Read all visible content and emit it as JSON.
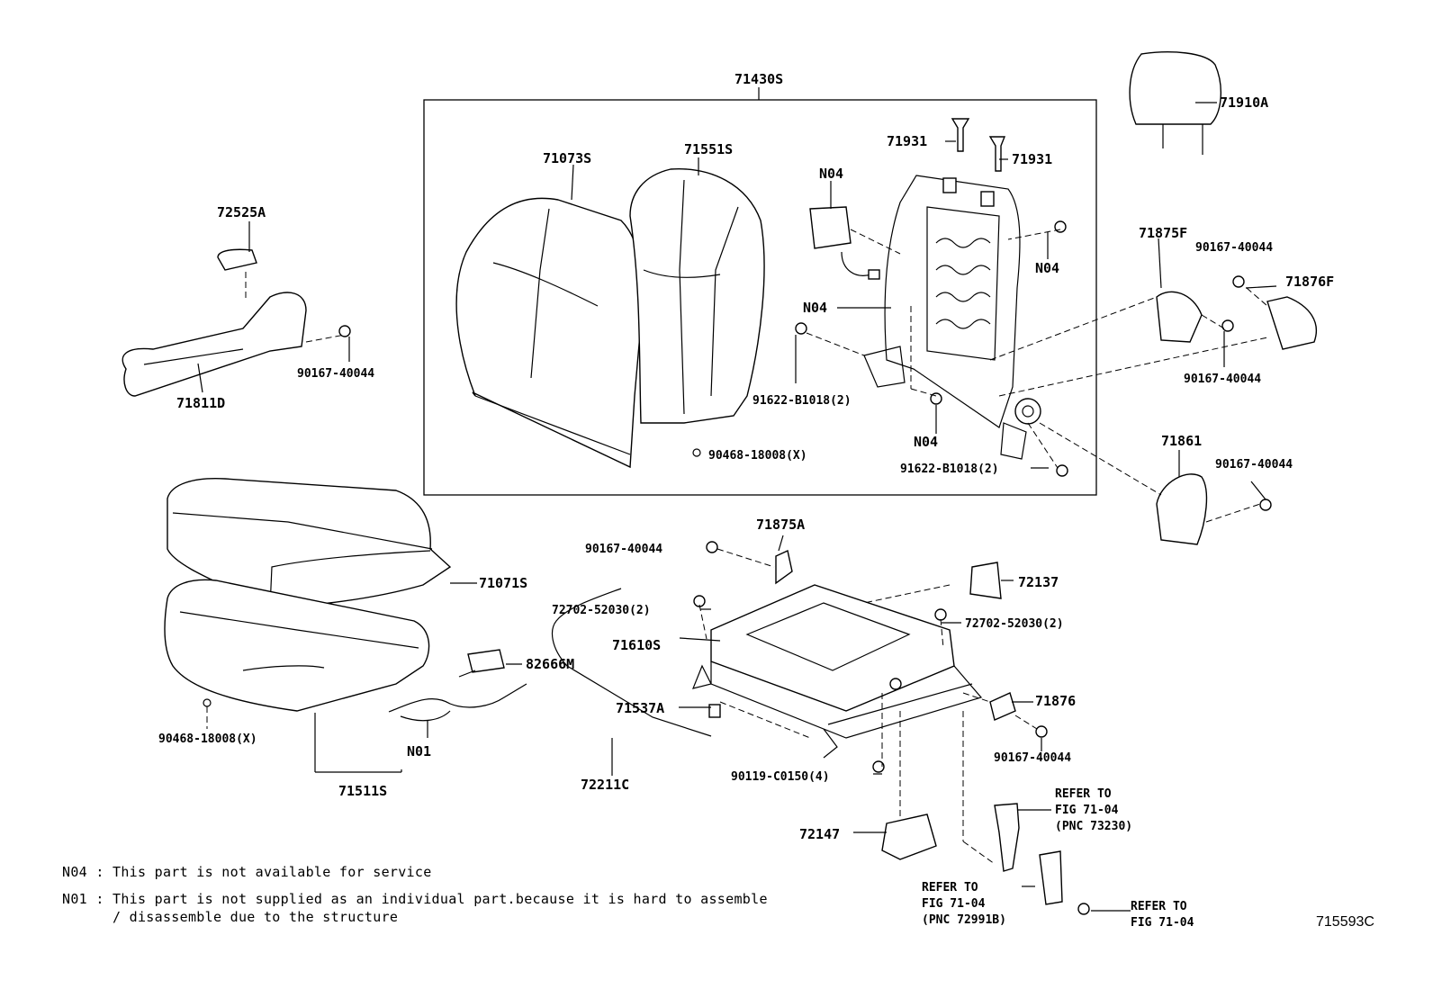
{
  "labels": {
    "assy_71430S": "71430S",
    "cover_71073S": "71073S",
    "pad_71551S": "71551S",
    "screw_71931a": "71931",
    "screw_71931b": "71931",
    "headrest_71910A": "71910A",
    "knob_72525A": "72525A",
    "shield_71811D": "71811D",
    "bolt_71811D": "90167-40044",
    "n04_a": "N04",
    "n04_b": "N04",
    "n04_c": "N04",
    "n04_d": "N04",
    "bolt_91622_a": "91622-B1018(2)",
    "bolt_91622_b": "91622-B1018(2)",
    "clip_90468_a": "90468-18008(X)",
    "cover_71875F": "71875F",
    "bolt_71875F": "90167-40044",
    "cover_71876F": "71876F",
    "bolt_71876F": "90167-40044",
    "cover_71861": "71861",
    "bolt_71861": "90167-40044",
    "cushion_71071S": "71071S",
    "clip_90468_b": "90468-18008(X)",
    "wire_82666M": "82666M",
    "n01": "N01",
    "pad_71511S": "71511S",
    "cover_71875A": "71875A",
    "bolt_71875A": "90167-40044",
    "bolt_72702_a": "72702-52030(2)",
    "adjuster_71610S": "71610S",
    "spacer_71537A": "71537A",
    "rod_72211C": "72211C",
    "bolt_72702_b": "72702-52030(2)",
    "cover_72137": "72137",
    "cover_71876": "71876",
    "bolt_71876": "90167-40044",
    "bolt_90119": "90119-C0150(4)",
    "bracket_72147": "72147"
  },
  "refers": {
    "ref_a": [
      "REFER TO",
      "FIG 71-04",
      "(PNC 73230)"
    ],
    "ref_b": [
      "REFER TO",
      "FIG 71-04",
      "(PNC 72991B)"
    ],
    "ref_c": [
      "REFER TO",
      "FIG 71-04"
    ]
  },
  "notes": {
    "n04": "N04 : This part is not available for service",
    "n01_line1": "N01 : This part is not supplied as an individual part.because it is hard to assemble",
    "n01_line2": "      / disassemble due to the structure"
  },
  "figure_code": "715593C"
}
